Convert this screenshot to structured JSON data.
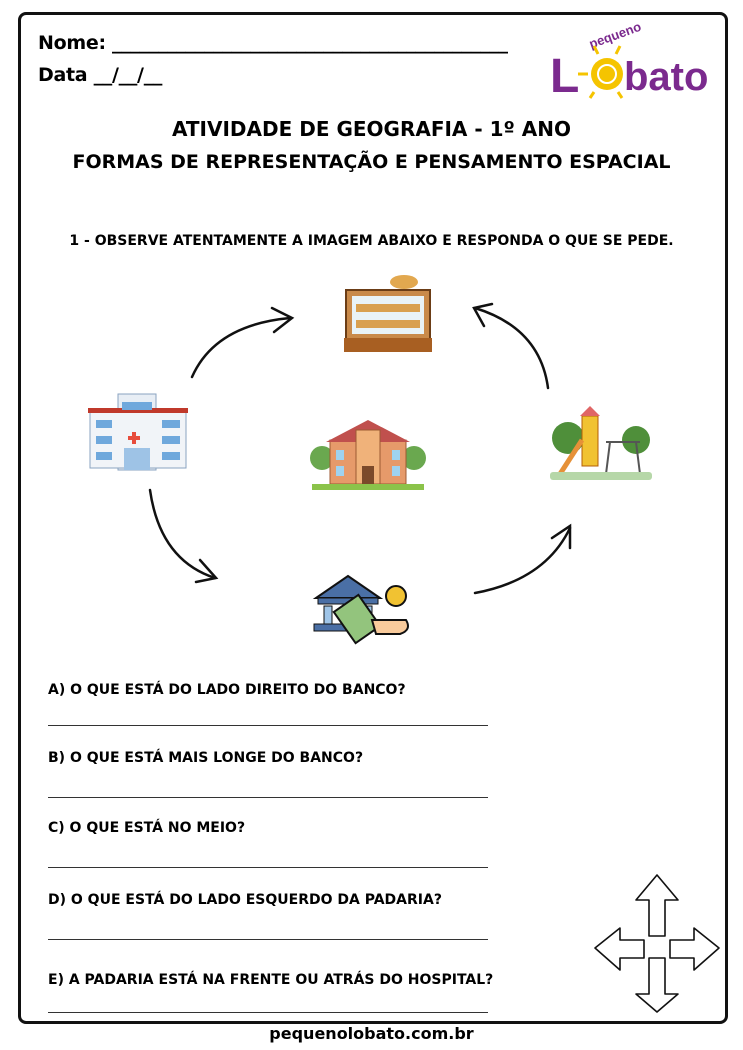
{
  "header": {
    "name_label": "Nome: ___________________________________________",
    "date_label": "Data __/__/__",
    "logo_text_small": "pequeno",
    "logo_text_big": "Lobato"
  },
  "title": "ATIVIDADE DE GEOGRAFIA - 1º ANO",
  "subtitle": "FORMAS DE REPRESENTAÇÃO E PENSAMENTO ESPACIAL",
  "instruction": "1 - OBSERVE ATENTAMENTE A IMAGEM ABAIXO E RESPONDA O QUE SE PEDE.",
  "diagram": {
    "items": [
      "bakery-icon",
      "hospital-icon",
      "school-icon",
      "playground-icon",
      "bank-icon"
    ],
    "colors": {
      "logo_purple": "#7b2a8e",
      "logo_yellow": "#f5c400"
    }
  },
  "questions": [
    "A) O QUE ESTÁ DO LADO DIREITO DO BANCO?",
    "B) O QUE ESTÁ MAIS LONGE DO BANCO?",
    "C) O QUE ESTÁ NO MEIO?",
    "D) O QUE ESTÁ DO LADO ESQUERDO DA PADARIA?",
    "E) A PADARIA ESTÁ NA FRENTE OU ATRÁS DO HOSPITAL?"
  ],
  "footer": "pequenolobato.com.br"
}
